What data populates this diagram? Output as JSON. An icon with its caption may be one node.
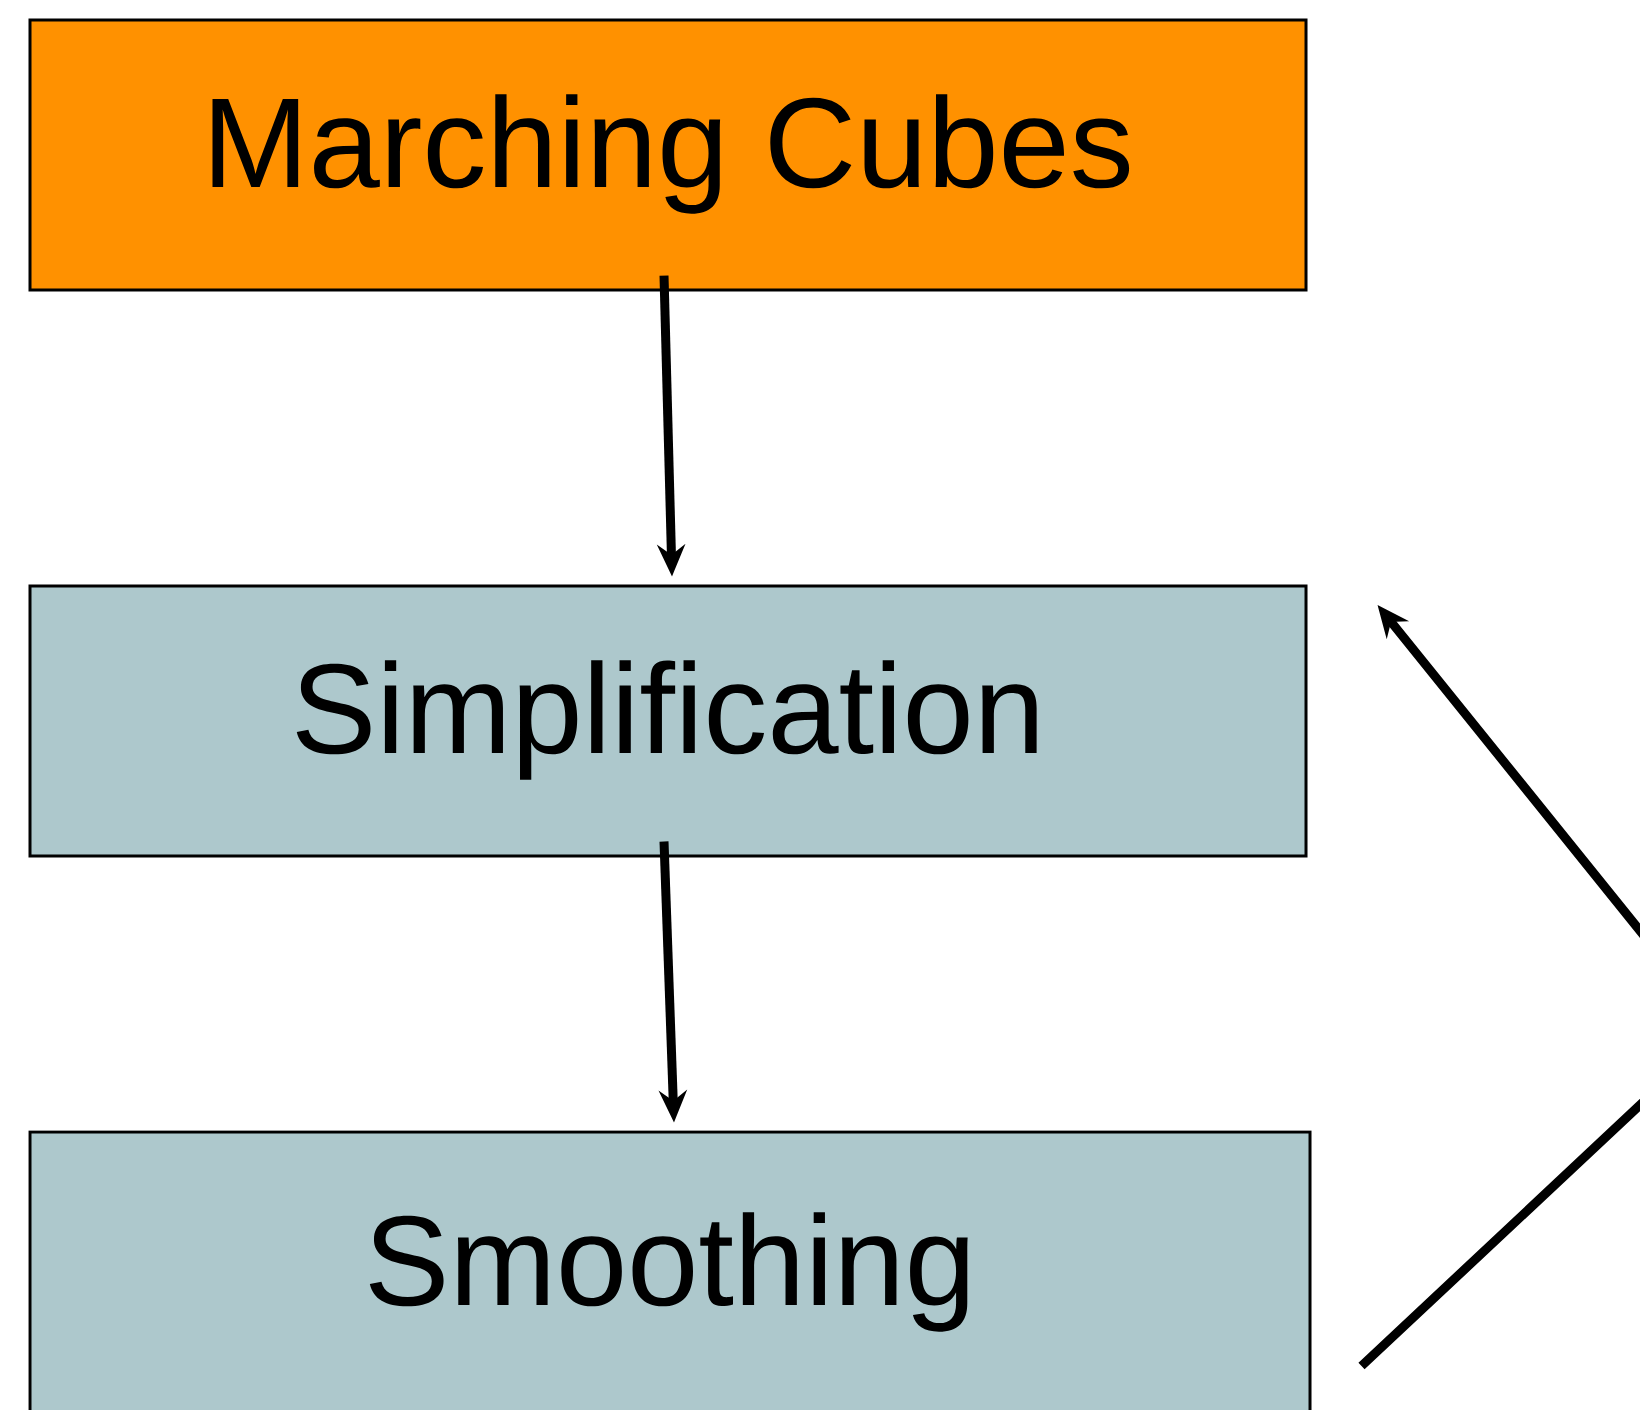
{
  "diagram": {
    "nodes": [
      {
        "text": [
          "Marching Cubes"
        ]
      },
      {
        "text": [
          "Simplification"
        ]
      },
      {
        "text": [
          "Smoothing"
        ]
      }
    ],
    "edges": [
      {
        "from": 0,
        "to": 1,
        "arrow": "to"
      },
      {
        "from": 1,
        "to": 2,
        "arrow": "to"
      },
      {
        "from": 2,
        "to": 1,
        "arrow": "to"
      }
    ]
  }
}
